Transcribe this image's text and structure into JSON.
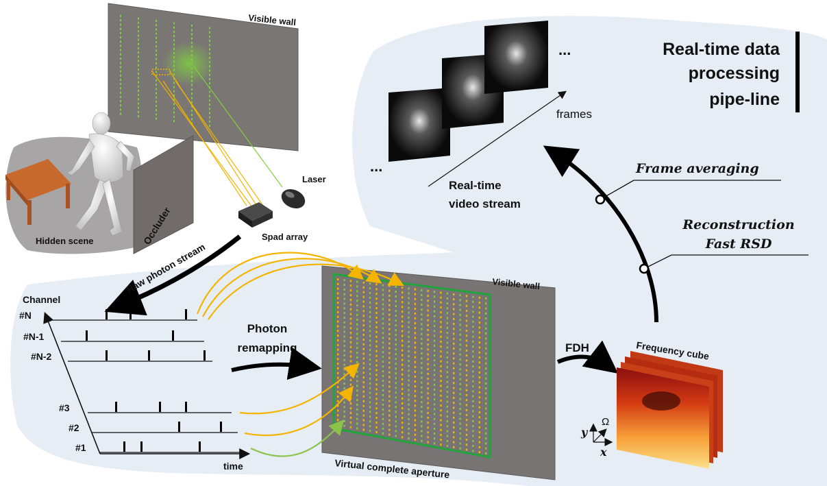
{
  "header": {
    "title_lines": [
      "Real-time data",
      "processing",
      "pipe-line"
    ]
  },
  "scene": {
    "visible_wall_label": "Visible wall",
    "occluder_label": "Occluder",
    "hidden_scene_label": "Hidden scene",
    "laser_label": "Laser",
    "spad_label": "Spad array",
    "raw_stream_label": "Raw photon stream"
  },
  "video": {
    "frames_label": "frames",
    "stream_label_lines": [
      "Real-time",
      "video stream"
    ],
    "ellipsis": "..."
  },
  "pipeline": {
    "frame_averaging": "Frame averaging",
    "reconstruction_lines": [
      "Reconstruction",
      "Fast RSD"
    ]
  },
  "channels": {
    "axis_label": "Channel",
    "time_label": "time",
    "labels": [
      "#N",
      "#N-1",
      "#N-2",
      "#3",
      "#2",
      "#1"
    ]
  },
  "remap": {
    "label_lines": [
      "Photon",
      "remapping"
    ]
  },
  "aperture": {
    "wall_label": "Visible wall",
    "caption": "Virtual complete aperture"
  },
  "fdh": {
    "label": "FDH",
    "cube_label": "Frequency cube",
    "axis_y": "y",
    "axis_omega": "Ω",
    "axis_x": "x"
  }
}
